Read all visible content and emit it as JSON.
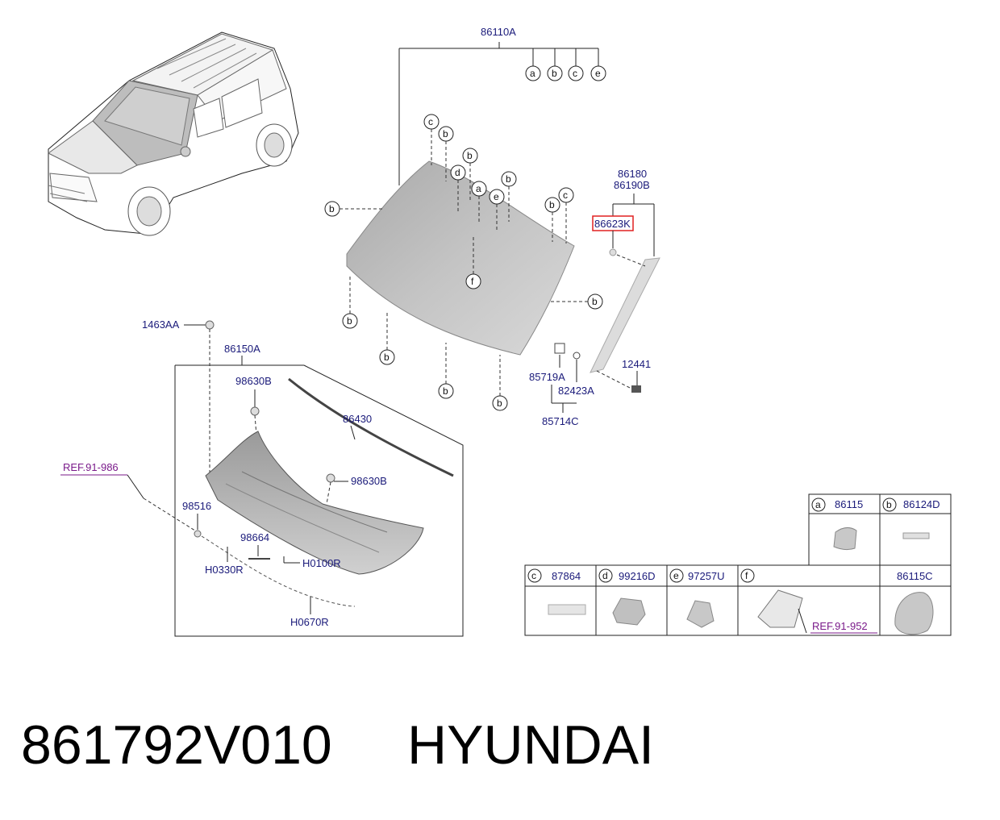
{
  "footer": {
    "part_number": "861792V010",
    "brand": "HYUNDAI"
  },
  "labels": {
    "windshield_assy": "86110A",
    "molding_top": "86180",
    "molding_bottom": "86190B",
    "highlight": "86623K",
    "bolt": "12441",
    "clip_a": "85719A",
    "clip_b": "82423A",
    "clip_c": "85714C",
    "screw": "1463AA",
    "cowl": "86150A",
    "cowl_seal": "86430",
    "nozzle_top": "98630B",
    "nozzle_right": "98630B",
    "washer_hose": "98516",
    "hose_1": "98664",
    "hose_2": "H0100R",
    "hose_3": "H0330R",
    "hose_4": "H0670R",
    "ref_left": "REF.91-986",
    "ref_table": "REF.91-952"
  },
  "letters": {
    "a": "a",
    "b": "b",
    "c": "c",
    "d": "d",
    "e": "e",
    "f": "f"
  },
  "table": {
    "top_cells": [
      {
        "letter": "a",
        "code": "86115"
      },
      {
        "letter": "b",
        "code": "86124D"
      }
    ],
    "bottom_cells": [
      {
        "letter": "c",
        "code": "87864"
      },
      {
        "letter": "d",
        "code": "99216D"
      },
      {
        "letter": "e",
        "code": "97257U"
      },
      {
        "letter": "f",
        "code": ""
      },
      {
        "letter": "",
        "code": "86115C"
      }
    ]
  },
  "colors": {
    "label": "#1a1a7a",
    "ref": "#7a1a8a",
    "highlight": "#e02020"
  }
}
